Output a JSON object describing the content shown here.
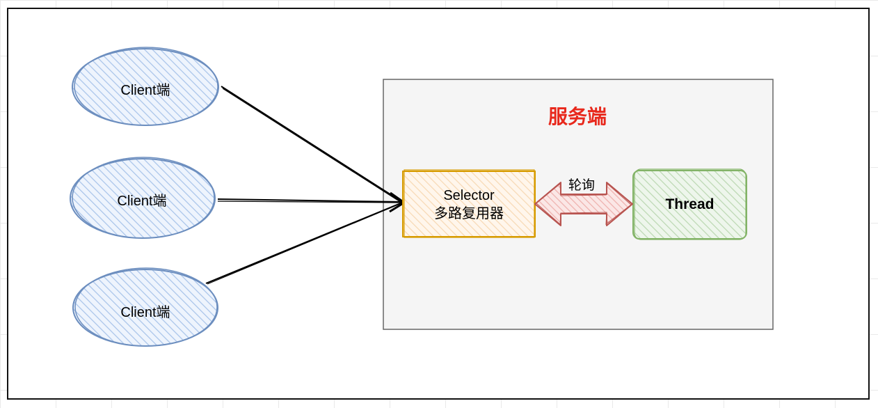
{
  "clients": [
    {
      "label": "Client端"
    },
    {
      "label": "Client端"
    },
    {
      "label": "Client端"
    }
  ],
  "server": {
    "title": "服务端"
  },
  "selector": {
    "line1": "Selector",
    "line2": "多路复用器"
  },
  "thread": {
    "label": "Thread"
  },
  "polling": {
    "label": "轮询"
  },
  "colors": {
    "client_stroke": "#6c8ebf",
    "client_fill": "#dae8fc",
    "server_fill": "#f5f5f5",
    "server_stroke": "#666666",
    "server_title": "#e8281c",
    "selector_stroke": "#d79b00",
    "selector_fill": "#ffe6cc",
    "thread_stroke": "#82b366",
    "thread_fill": "#d5e8d4",
    "arrow_stroke": "#b85450",
    "arrow_fill": "#f8cecc"
  }
}
